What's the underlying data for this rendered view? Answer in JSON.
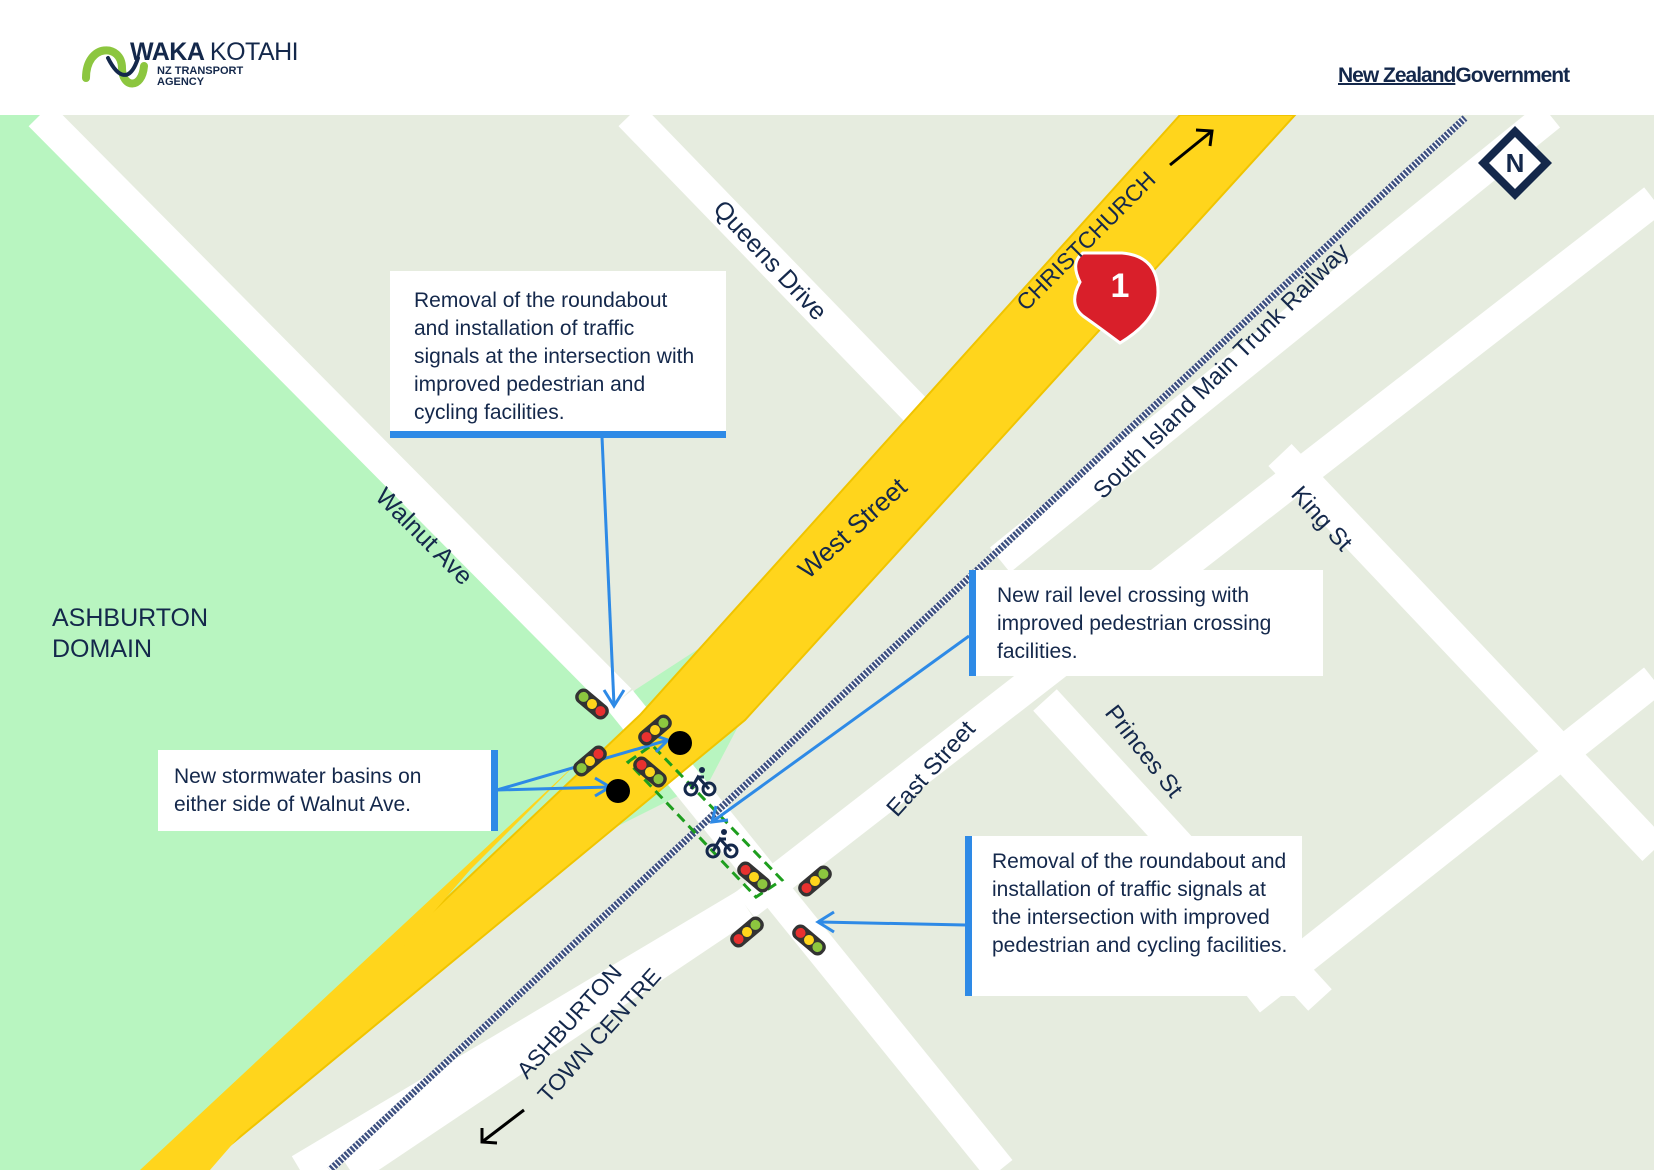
{
  "header": {
    "logo": {
      "name_bold": "WAKA",
      "name_light": "KOTAHI",
      "sub_line1": "NZ TRANSPORT",
      "sub_line2": "AGENCY"
    },
    "nz_gov": {
      "part1": "New Zealand",
      "part2": "Government"
    }
  },
  "map": {
    "colors": {
      "domain_green": "#b8f5c0",
      "block_grey": "#e6ecdf",
      "road_white": "#ffffff",
      "highway_yellow": "#ffd51c",
      "railway": "#3d5080",
      "callout_blue": "#2e8ae6",
      "text_navy": "#14284b",
      "shield_red": "#d91f2a",
      "crossing_green": "#1e9e1e"
    },
    "labels": {
      "domain_line1": "ASHBURTON",
      "domain_line2": "DOMAIN",
      "walnut_ave": "Walnut Ave",
      "west_street": "West Street",
      "queens_drive": "Queens Drive",
      "christchurch": "CHRISTCHURCH",
      "railway": "South Island Main Trunk Railway",
      "king_st": "King St",
      "east_street": "East Street",
      "princes_st": "Princes St",
      "town_centre_line1": "ASHBURTON",
      "town_centre_line2": "TOWN CENTRE"
    },
    "highway_shield": "1",
    "north_arrow": "N",
    "icons": [
      "traffic-signal-icon",
      "stormwater-basin-icon",
      "cyclist-icon",
      "north-arrow-icon",
      "highway-shield-icon",
      "direction-arrow-icon"
    ]
  },
  "callouts": {
    "roundabout_west": "Removal of the roundabout and installation of traffic signals at the intersection with improved pedestrian and cycling facilities.",
    "stormwater": "New stormwater basins on either side of Walnut Ave.",
    "rail_crossing": "New rail level crossing with improved pedestrian crossing facilities.",
    "roundabout_east": "Removal of the roundabout and installation of traffic signals at the intersection with improved pedestrian and cycling facilities."
  }
}
